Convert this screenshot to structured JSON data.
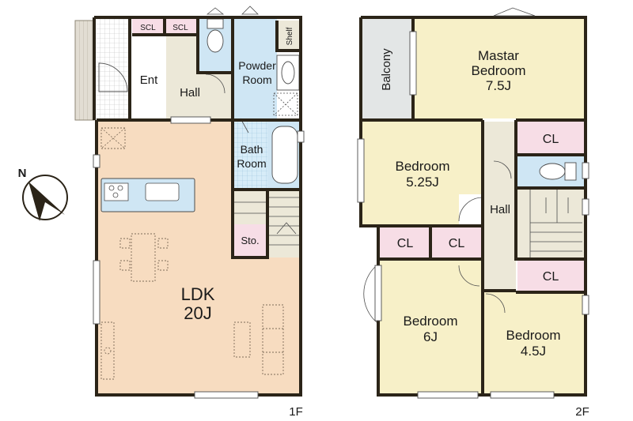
{
  "floor1": {
    "label": "1F",
    "rooms": {
      "scl_left": "SCL",
      "scl_right": "SCL",
      "entrance": "Ent",
      "hall": "Hall",
      "powder_room_line1": "Powder",
      "powder_room_line2": "Room",
      "shelf": "Shelf",
      "bath_line1": "Bath",
      "bath_line2": "Room",
      "storage": "Sto.",
      "ldk_line1": "LDK",
      "ldk_line2": "20J"
    }
  },
  "floor2": {
    "label": "2F",
    "rooms": {
      "balcony": "Balcony",
      "master_line1": "Mastar",
      "master_line2": "Bedroom",
      "master_line3": "7.5J",
      "cl_top": "CL",
      "bedroom_a_line1": "Bedroom",
      "bedroom_a_line2": "5.25J",
      "hall": "Hall",
      "cl_left": "CL",
      "cl_middle": "CL",
      "cl_right": "CL",
      "bedroom_b_line1": "Bedroom",
      "bedroom_b_line2": "6J",
      "bedroom_c_line1": "Bedroom",
      "bedroom_c_line2": "4.5J"
    }
  },
  "compass": {
    "label": "N",
    "icon": "north-arrow-icon"
  },
  "colors": {
    "ldk": "#f7dcc0",
    "bedroom": "#f7f0c8",
    "wet_area": "#cfe6f4",
    "closet": "#f7dde6",
    "hall": "#ece8d8",
    "balcony": "#e3e6e6",
    "wall": "#2b2418"
  }
}
